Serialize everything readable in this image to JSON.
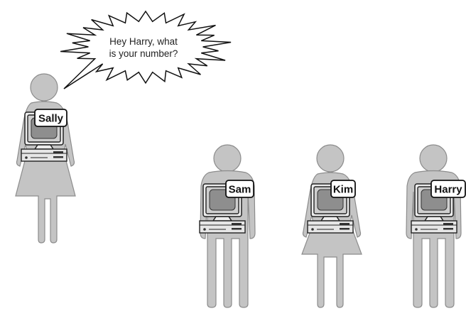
{
  "speech_bubble": {
    "line1": "Hey Harry, what",
    "line2": "is your number?"
  },
  "people": [
    {
      "name": "Sally",
      "figure": "female"
    },
    {
      "name": "Sam",
      "figure": "male"
    },
    {
      "name": "Kim",
      "figure": "female"
    },
    {
      "name": "Harry",
      "figure": "male"
    }
  ],
  "colors": {
    "figure": "#c4c4c4",
    "outline": "#222222",
    "background": "#ffffff"
  }
}
